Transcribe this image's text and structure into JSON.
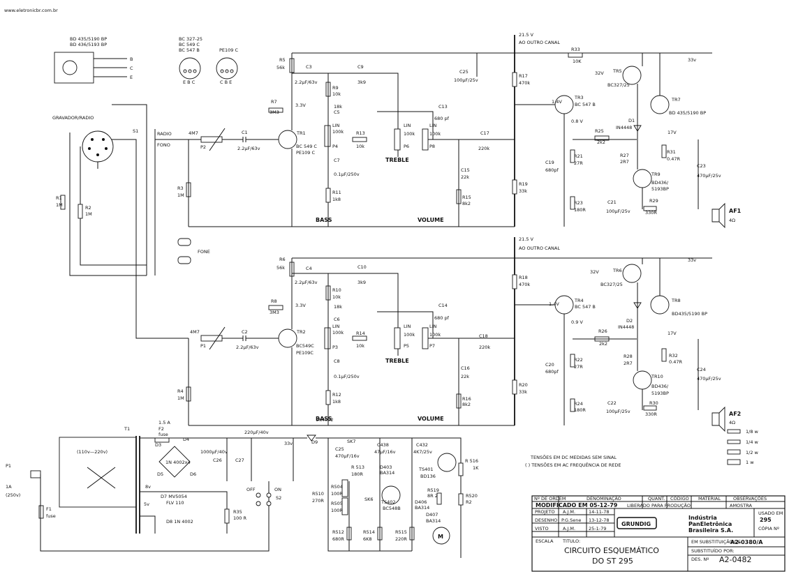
{
  "header": {
    "url": "www.eletronicbr.com.br"
  },
  "packages": {
    "bd": [
      "BD 435/5190 BP",
      "BD 436/5193 BP"
    ],
    "bd_pins": [
      "B",
      "C",
      "E"
    ],
    "bc": [
      "BC 327-25",
      "BC 549 C",
      "BC 547 B"
    ],
    "bc_pins": "E B C",
    "pe": "PE109 C",
    "pe_pins": "C B E"
  },
  "input": {
    "source": "GRAVADOR/RADIO",
    "switch": "S1",
    "radio": "RADIO",
    "fono": "FONO",
    "fone": "FONE",
    "r1": "R1",
    "r1v": "1M",
    "r2": "R2",
    "r2v": "1M"
  },
  "rails": {
    "v21": "21.5 V",
    "outro": "AO OUTRO CANAL",
    "v33": "33v",
    "v32": "32V",
    "v17": "17V",
    "v33b": "3.3V",
    "v14": "1.4V",
    "v08": "0.8 V",
    "v09": "0.9 V"
  },
  "ch1": {
    "r5": "R5",
    "r5v": "56k",
    "r7": "R7",
    "r7v": "3M3",
    "r3": "R3",
    "r3v": "1M",
    "p2": "P2",
    "p2v": "4M7",
    "c1": "C1",
    "c1v": "2.2µF/63v",
    "c3": "C3",
    "c3v": "2.2µF/63v",
    "c9": "C9",
    "c9v": "3k9",
    "r9": "R9",
    "r9v": "10k",
    "c5": "C5",
    "c5v": "18k",
    "p4": "P4",
    "p4v": "100k",
    "c7": "C7",
    "c7v": "0.1µF/250v",
    "r11": "R11",
    "r11v": "1k8",
    "tr": "TR1",
    "trv": "BC 549 C",
    "trv2": "PE109 C",
    "r13": "R13",
    "r13v": "10k",
    "p6": "P6",
    "p6v": "100k",
    "c13": "C13",
    "c13v": "680 pf",
    "p8": "P8",
    "p8v": "100k",
    "lin": "LIN",
    "c15": "C15",
    "c15v": "22k",
    "r15": "R15",
    "r15v": "8k2",
    "c17": "C17",
    "c17v": "220k",
    "c25": "C25",
    "c25v": "100µF/25v",
    "r17": "R17",
    "r17v": "470k",
    "r19": "R19",
    "r19v": "33k",
    "bass": "BASS",
    "treble": "TREBLE",
    "volume": "VOLUME",
    "r33": "R33",
    "r33v": "10K",
    "tr3": "TR3",
    "tr3v": "BC 547 B",
    "tr5": "TR5",
    "tr5v": "BC327/25",
    "tr7": "TR7",
    "tr7v": "BD 435/5190 BP",
    "tr9": "TR9",
    "tr9v": "BD436/",
    "tr9v2": "5193BP",
    "d1": "D1",
    "d1v": "IN4448",
    "r25": "R25",
    "r25v": "2k2",
    "r27": "R27",
    "r27v": "2R7",
    "r31": "R31",
    "r31v": "0.47R",
    "c19": "C19",
    "c19v": "680pf",
    "r21": "R21",
    "r21v": "27R",
    "r23": "R23",
    "r23v": "180R",
    "c21": "C21",
    "c21v": "100µF/25v",
    "r29": "R29",
    "r29v": "330R",
    "c23": "C23",
    "c23v": "470µF/25v",
    "af": "AF1",
    "afv": "4Ω"
  },
  "ch2": {
    "r6": "R6",
    "r6v": "56k",
    "r8": "R8",
    "r8v": "3M3",
    "r4": "R4",
    "r4v": "1M",
    "p1": "P1",
    "p1v": "4M7",
    "c2": "C2",
    "c2v": "2.2µF/63v",
    "c4": "C4",
    "c4v": "2.2µF/63v",
    "c10": "C10",
    "c10v": "3k9",
    "r10": "R10",
    "r10v": "10k",
    "c6": "C6",
    "c6v": "18k",
    "p3": "P3",
    "p3v": "100k",
    "c8": "C8",
    "c8v": "0.1µF/250v",
    "r12": "R12",
    "r12v": "1k8",
    "tr": "TR2",
    "trv": "BC549C",
    "trv2": "PE109C",
    "r14": "R14",
    "r14v": "10k",
    "p5": "P5",
    "p5v": "100k",
    "c14": "C14",
    "c14v": "680 pf",
    "p7": "P7",
    "p7v": "100k",
    "c16": "C16",
    "c16v": "22k",
    "r16": "R16",
    "r16v": "8k2",
    "c18": "C18",
    "c18v": "220k",
    "r18": "R18",
    "r18v": "470k",
    "r20": "R20",
    "r20v": "33k",
    "tr4": "TR4",
    "tr4v": "BC 547 B",
    "tr6": "TR6",
    "tr6v": "BC327/25",
    "tr8": "TR8",
    "tr8v": "BD435/5190 BP",
    "tr10": "TR10",
    "tr10v": "BD436/",
    "tr10v2": "5193BP",
    "d2": "D2",
    "d2v": "IN4448",
    "r26": "R26",
    "r26v": "2k2",
    "r28": "R28",
    "r28v": "2R7",
    "r32": "R32",
    "r32v": "0.47R",
    "c20": "C20",
    "c20v": "680pf",
    "r22": "R22",
    "r22v": "27R",
    "r24": "R24",
    "r24v": "180R",
    "c22": "C22",
    "c22v": "100µF/25v",
    "r30": "R30",
    "r30v": "330R",
    "c24": "C24",
    "c24v": "470µF/25v",
    "af": "AF2",
    "afv": "4Ω"
  },
  "power": {
    "p1": "P1",
    "fuse1": "1A",
    "fuse1v": "(250v)",
    "f1": "F1",
    "f1v": "fuse",
    "t1": "T1",
    "volt": "(110v—220v)",
    "f2a": "1.5 A",
    "f2": "F2",
    "f2v": "fuse",
    "d3": "D3",
    "d4": "D4",
    "d5": "D5",
    "d6": "D6",
    "bridge": "1N 4002x4",
    "c26": "C26",
    "c26v": "1000µF/40v",
    "c27": "C27",
    "c220": "220µF/40v",
    "v8": "8v",
    "v5": "5v",
    "d7": "D7 MV5054",
    "d7v": "FLV 110",
    "d8": "D8  1N 4002",
    "r35": "R35",
    "r35v": "100 R",
    "s2": "S2",
    "off": "OFF",
    "on": "ON",
    "v33": "33v"
  },
  "motor": {
    "d9": "D9",
    "d9v": "1N4002",
    "c25": "C25",
    "c25v": "470µF/16v",
    "sk7": "SK7",
    "c438": "C438",
    "c438v": "47µF/16v",
    "c432": "C432",
    "c432v": "4K7/25v",
    "r513": "R 513",
    "r513v": "180R",
    "d403": "D403",
    "d403v": "BA314",
    "ts401": "TS401",
    "ts401v": "BD136",
    "r516": "R 516",
    "r516v": "1K",
    "r504": "R504",
    "r504v": "100R",
    "r505": "R505",
    "r505v": "100R",
    "r510": "R510",
    "r510v": "270R",
    "sk6": "SK6",
    "ts402": "TS402",
    "ts402v": "BC548B",
    "r519": "R519",
    "r519v": "8R 2",
    "r520": "R520",
    "r520v": "R2",
    "d406": "D406",
    "d406v": "BA314",
    "d407": "D407",
    "d407v": "BA314",
    "r512": "R512",
    "r512v": "680R",
    "r514": "R514",
    "r514v": "6K8",
    "r515": "R515",
    "r515v": "220R",
    "m": "M"
  },
  "notes": {
    "dc": "TENSÕES EM DC MEDIDAS SEM SINAL",
    "ac": "( ) TENSÕES EM AC FREQUÊNCIA DE REDE"
  },
  "legend": [
    "1/8 w",
    "1/4 w",
    "1/2 w",
    "1 w"
  ],
  "title_block": {
    "cols": [
      "Nº DE ORDEM",
      "DENOMINAÇÃO",
      "QUANT.",
      "CÓDIGO",
      "MATERIAL",
      "OBSERVAÇÕES"
    ],
    "modificado": "MODIFICADO EM 05-12-79",
    "liberado": "LIBERADO PARA PRODUÇÃO:",
    "amostra": "AMOSTRA",
    "rows": [
      {
        "label": "PROJETO",
        "name": "A.J.M.",
        "date": "14-11-78"
      },
      {
        "label": "DESENHO",
        "name": "P.G.Sene",
        "date": "13-12-78"
      },
      {
        "label": "VISTO",
        "name": "A.J.M.",
        "date": "25-1-79"
      }
    ],
    "brand": "GRUNDIG",
    "company": [
      "Indústria",
      "PanEletrônica",
      "Brasileira S.A."
    ],
    "usado_em": "USADO EM",
    "usado_val": "295",
    "copia": "CÓPIA Nº",
    "escala": "ESCALA",
    "titulo": "TITULO:",
    "title1": "CIRCUITO ESQUEMÁTICO",
    "title2": "DO ST 295",
    "subst_de": "EM SUBSTITUIÇÃO DE:",
    "subst_de_val": "A2-0380/A",
    "subst_por": "SUBSTITUÍDO POR:",
    "des": "DES. Nº",
    "des_val": "A2-0482"
  }
}
